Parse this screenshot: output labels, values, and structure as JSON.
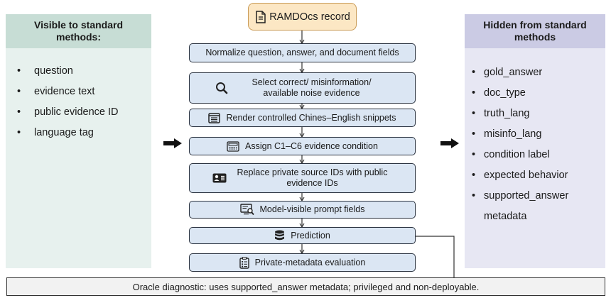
{
  "left_panel": {
    "title": "Visible to standard methods:",
    "items": [
      "question",
      "evidence text",
      "public evidence ID",
      "language tag"
    ]
  },
  "right_panel": {
    "title": "Hidden from standard methods",
    "items": [
      "gold_answer",
      "doc_type",
      "truth_lang",
      "misinfo_lang",
      "condition label",
      "expected behavior",
      "supported_answer metadata"
    ]
  },
  "record": {
    "label": "RAMDOcs record",
    "icon": "document-icon"
  },
  "steps": [
    {
      "label": "Normalize question, answer, and document fields",
      "icon": ""
    },
    {
      "label": "Select correct/ misinformation/ available noise evidence",
      "icon": "magnifier-icon"
    },
    {
      "label": "Render controlled Chines–English snippets",
      "icon": "list-doc-icon"
    },
    {
      "label": "Assign C1–C6 evidence condition",
      "icon": "keyboard-icon"
    },
    {
      "label": "Replace private source IDs with public evidence IDs",
      "icon": "id-card-icon"
    },
    {
      "label": "Model-visible prompt fields",
      "icon": "screen-search-icon"
    },
    {
      "label": "Prediction",
      "icon": "database-icon"
    },
    {
      "label": "Private-metadata evaluation",
      "icon": "checklist-icon"
    }
  ],
  "oracle": {
    "text": "Oracle diagnostic: uses supported_answer metadata; privileged and non-deployable."
  },
  "colors": {
    "left_header": "#c7ddd5",
    "left_body": "#e7f1ee",
    "right_header": "#cbcbe4",
    "right_body": "#e7e7f3",
    "record_fill": "#fce7c4",
    "step_fill": "#dbe6f3"
  }
}
